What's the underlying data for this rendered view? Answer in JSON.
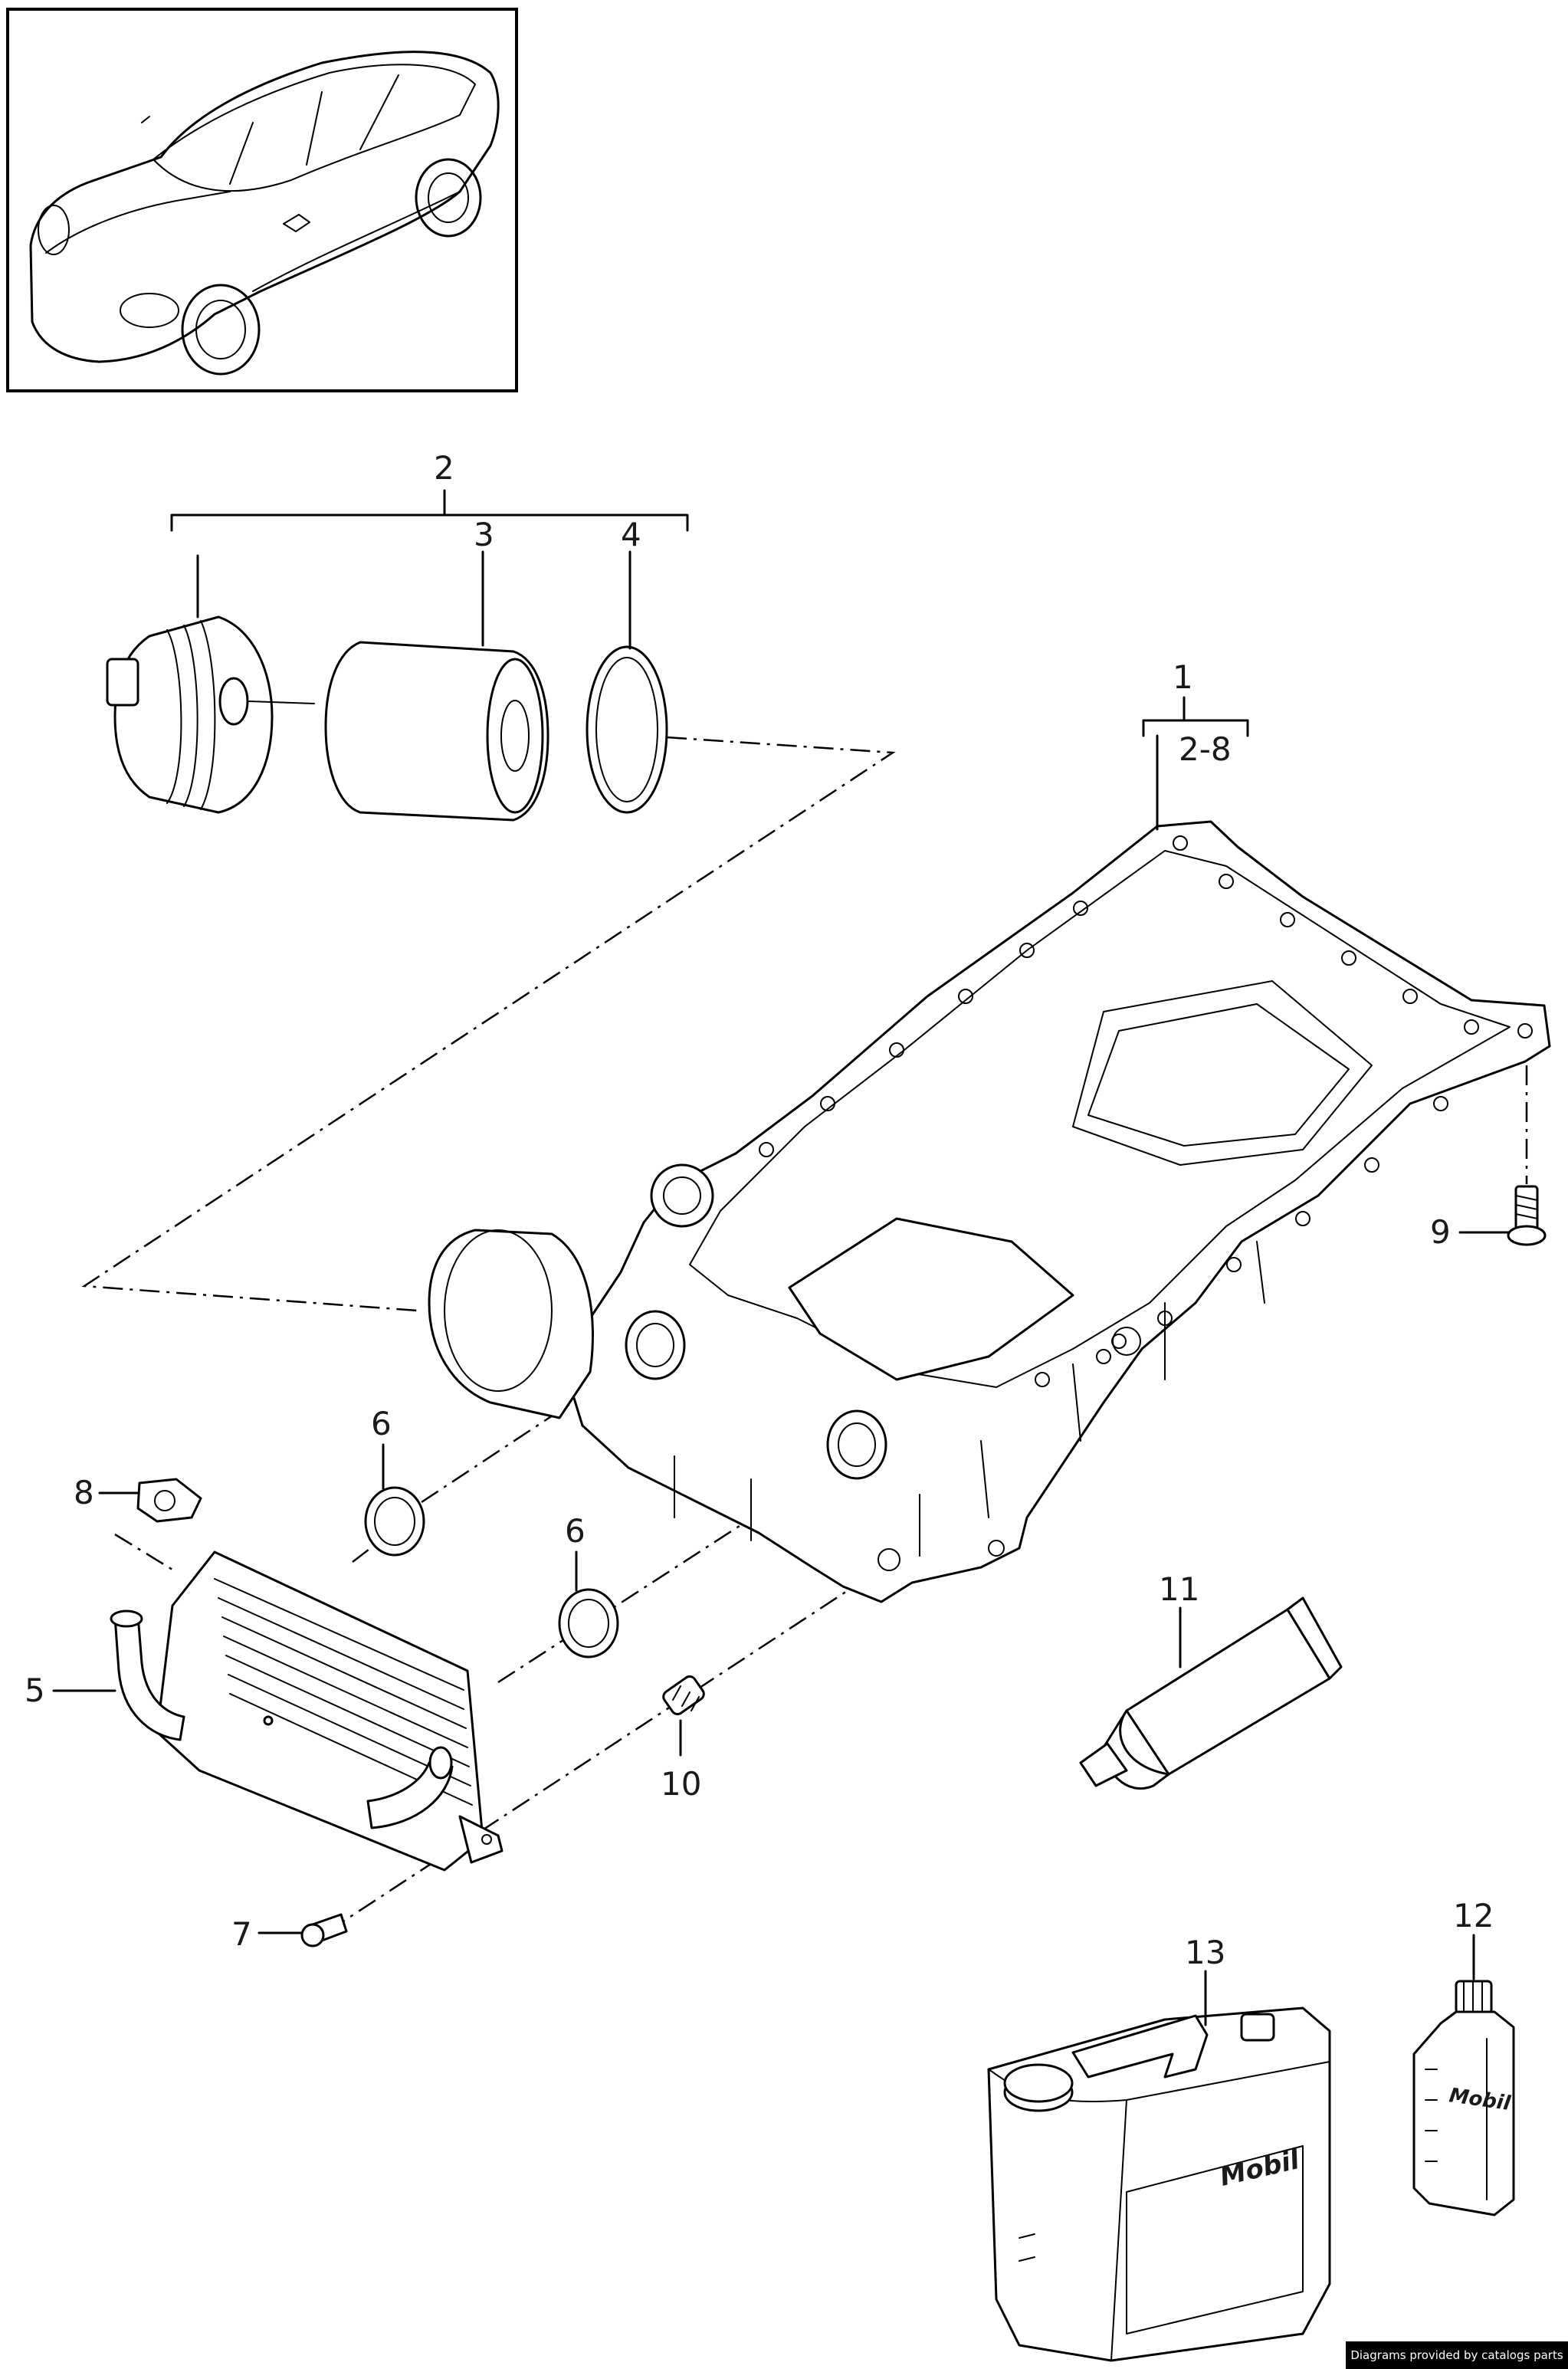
{
  "labels": {
    "p1": "1",
    "p1_range": "2-8",
    "p2": "2",
    "p3": "3",
    "p4": "4",
    "p5": "5",
    "p6a": "6",
    "p6b": "6",
    "p7": "7",
    "p8": "8",
    "p9": "9",
    "p10": "10",
    "p11": "11",
    "p12": "12",
    "p13": "13"
  },
  "brand": {
    "canister": "Mobil",
    "bottle": "Mobil"
  },
  "footer": {
    "credit": "Diagrams provided by catalogs parts"
  }
}
